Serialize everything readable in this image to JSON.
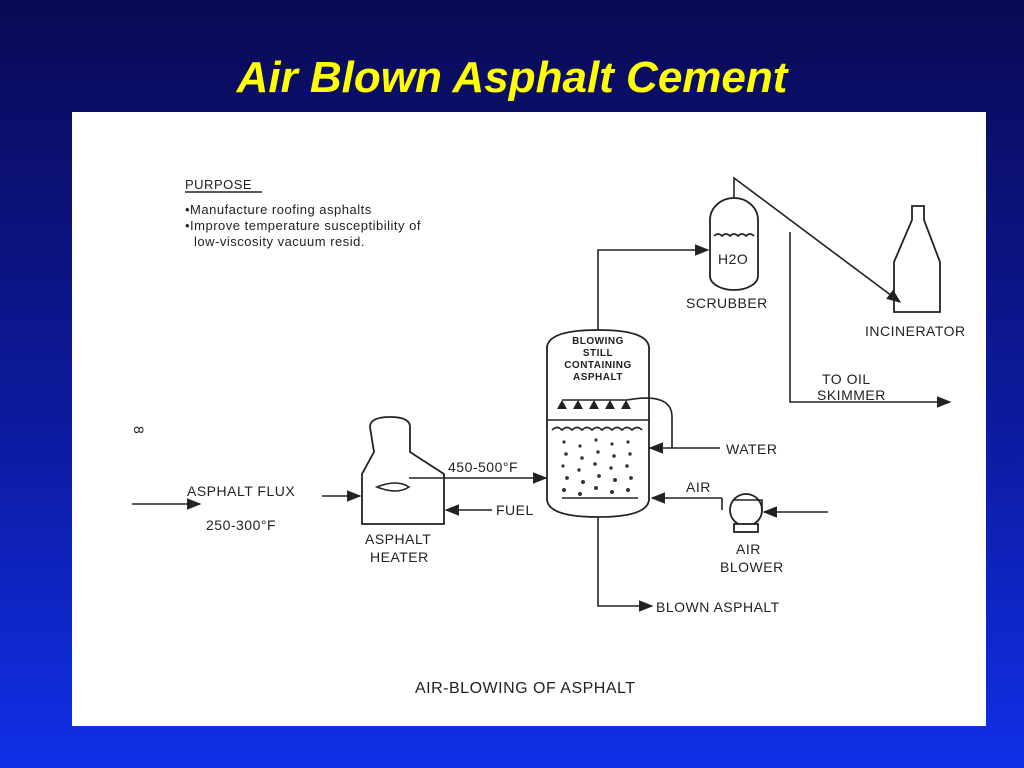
{
  "slide": {
    "title": "Air Blown Asphalt Cement"
  },
  "diagram": {
    "purpose_heading": "PURPOSE",
    "purpose_items": [
      "•Manufacture roofing asphalts",
      "•Improve temperature susceptibility of",
      "low-viscosity vacuum resid."
    ],
    "labels": {
      "h2o": "H2O",
      "scrubber": "SCRUBBER",
      "incinerator": "INCINERATOR",
      "to_oil_line1": "TO OIL",
      "to_oil_line2": "SKIMMER",
      "still_line1": "BLOWING",
      "still_line2": "STILL",
      "still_line3": "CONTAINING",
      "still_line4": "ASPHALT",
      "water": "WATER",
      "air": "AIR",
      "air_blower_line1": "AIR",
      "air_blower_line2": "BLOWER",
      "temp_high": "450-500°F",
      "fuel": "FUEL",
      "asphalt_flux": "ASPHALT FLUX",
      "temp_low": "250-300°F",
      "heater_line1": "ASPHALT",
      "heater_line2": "HEATER",
      "blown_asphalt": "BLOWN ASPHALT",
      "caption": "AIR-BLOWING OF ASPHALT",
      "page_number": "8"
    }
  }
}
